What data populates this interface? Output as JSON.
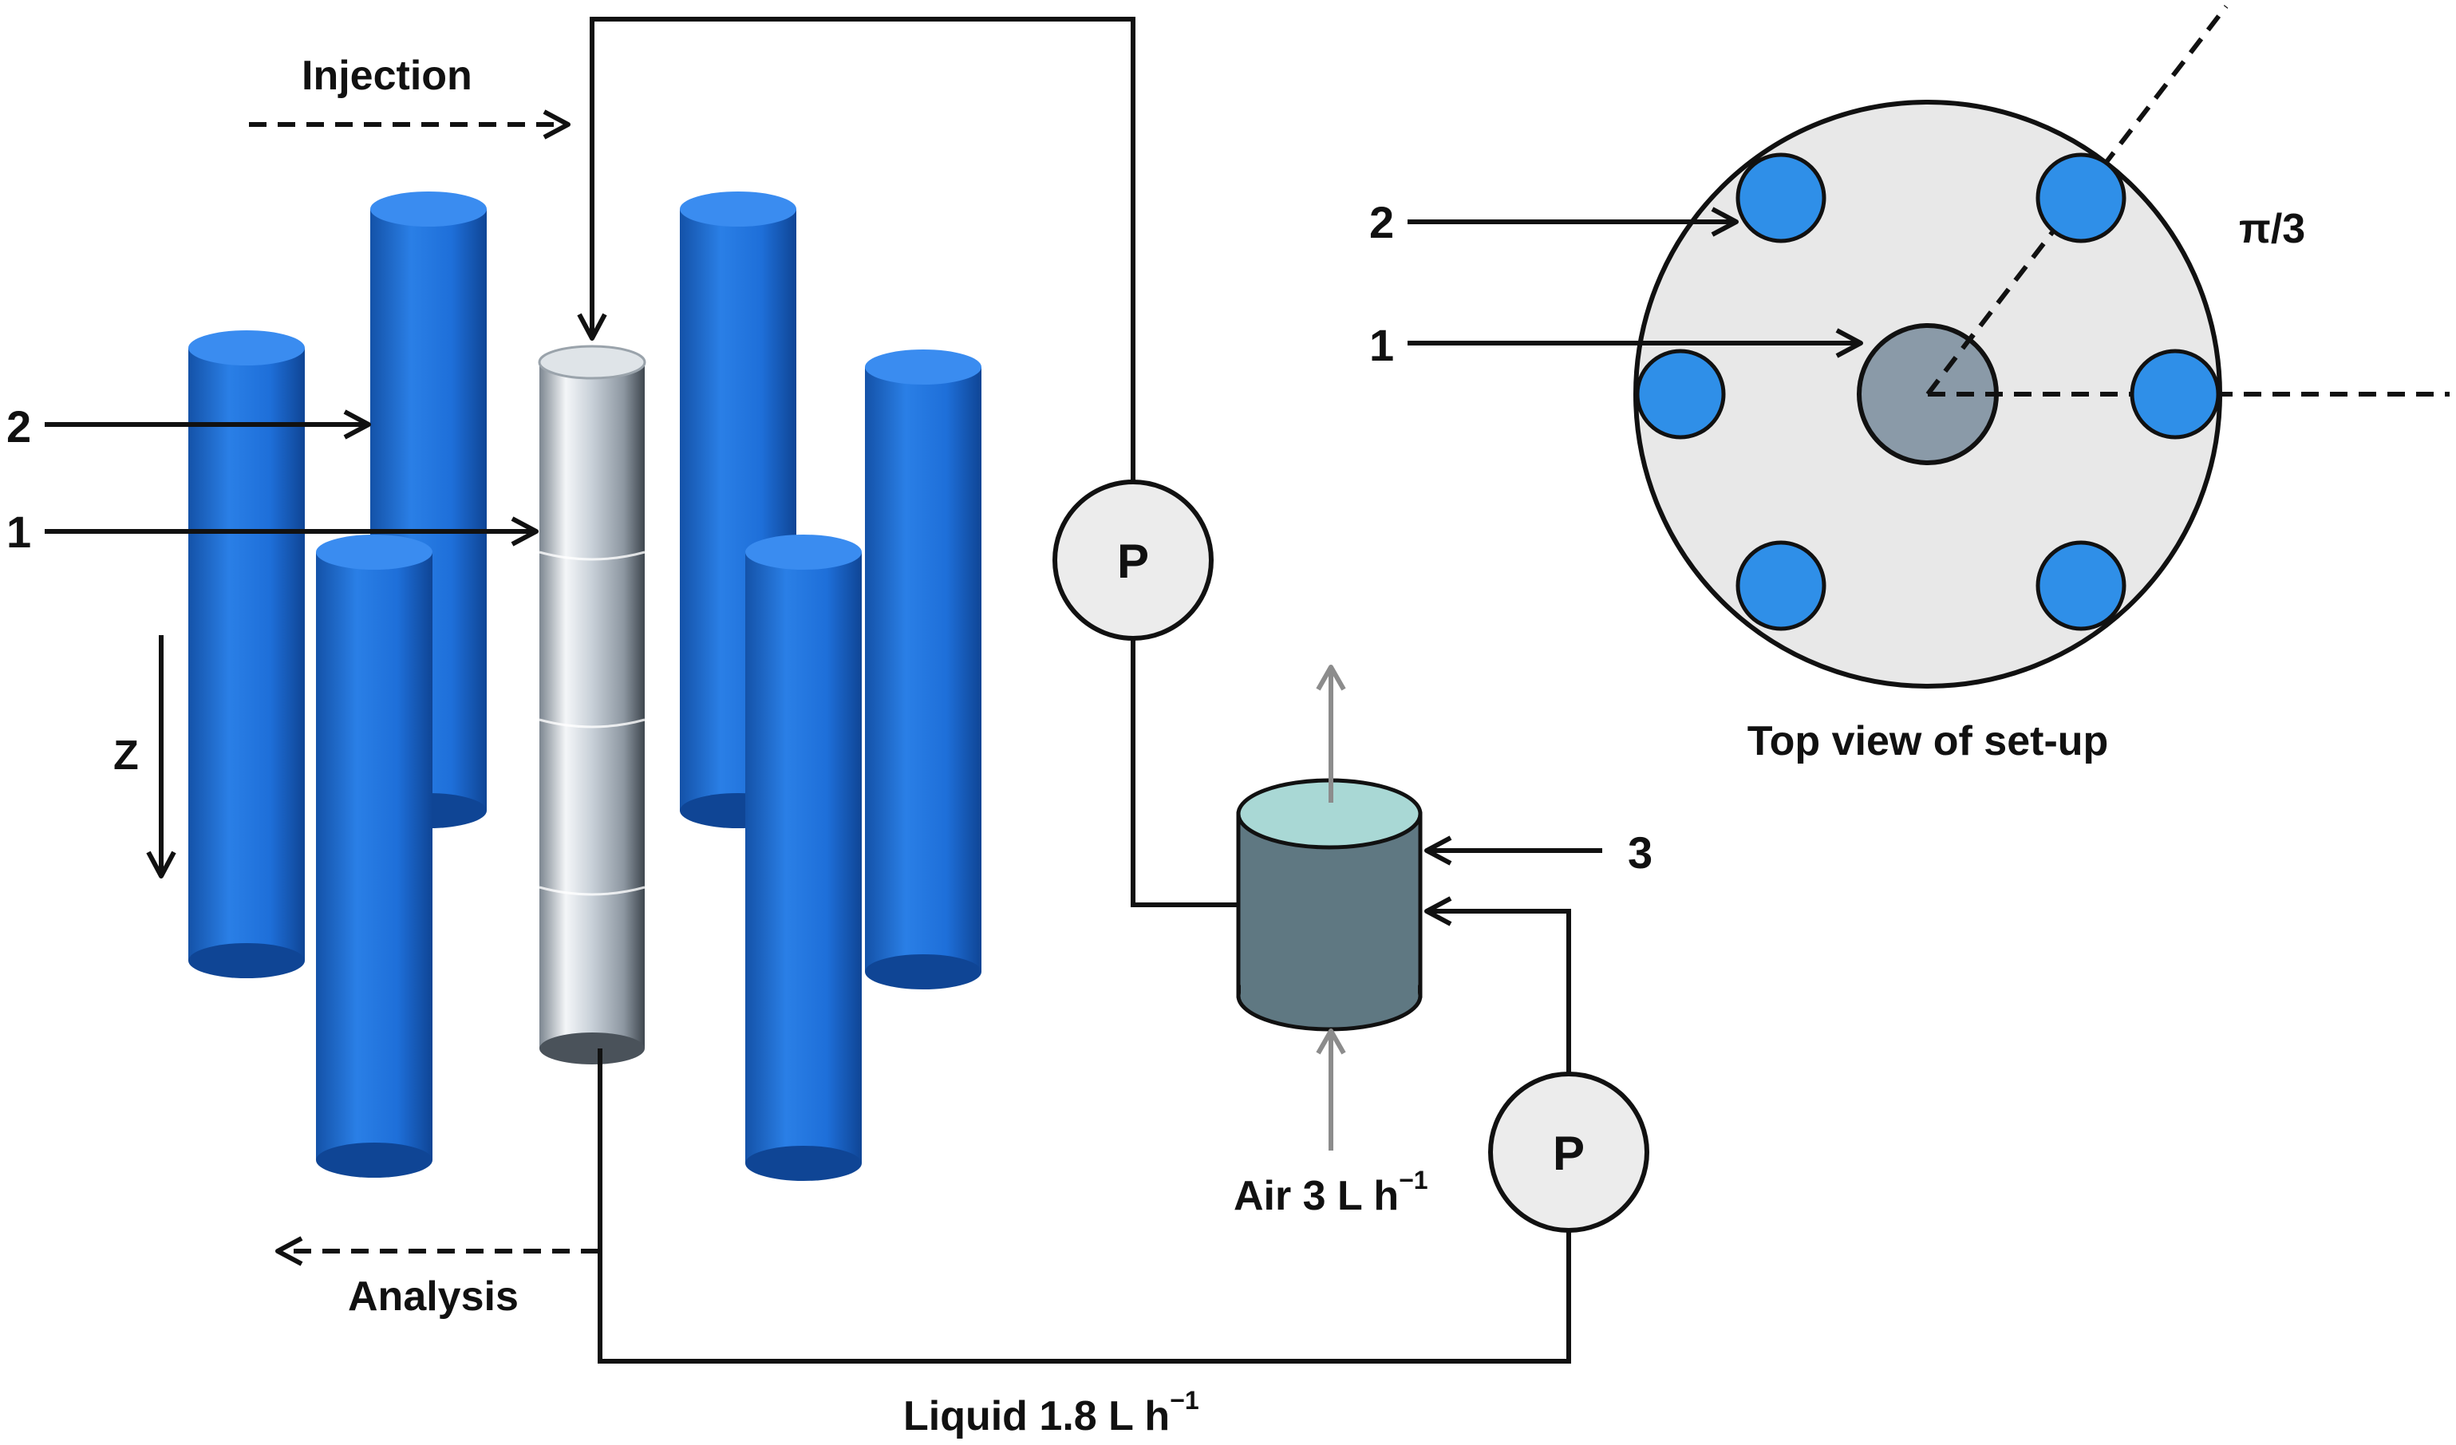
{
  "labels": {
    "injection": "Injection",
    "analysis": "Analysis",
    "z_axis": "Z",
    "rod_label_2_left": "2",
    "rod_label_1_left": "1",
    "pump_upper": "P",
    "pump_lower": "P",
    "air_flow": "Air 3 L h",
    "air_flow_exp": "−1",
    "liquid_flow": "Liquid 1.8 L h",
    "liquid_flow_exp": "−1",
    "tank_label_3": "3",
    "top_view_label_2": "2",
    "top_view_label_1": "1",
    "angle": "π/3",
    "top_view_caption": "Top view of set-up"
  },
  "colors": {
    "blue_rod": "#1e6fd9",
    "blue_rod_dark": "#1452a8",
    "blue_rod_light": "#4a93ee",
    "electrode_light": "#e6eaee",
    "electrode_dark": "#6c7680",
    "tank_body": "#5f7882",
    "tank_top": "#a9d8d5",
    "pump_fill": "#ececec",
    "top_view_disc": "#e8e8e8",
    "top_view_center": "#8a9aa8",
    "top_view_hole": "#2f8fe8",
    "line": "#111111",
    "gray_arrow": "#8c8c8c"
  }
}
